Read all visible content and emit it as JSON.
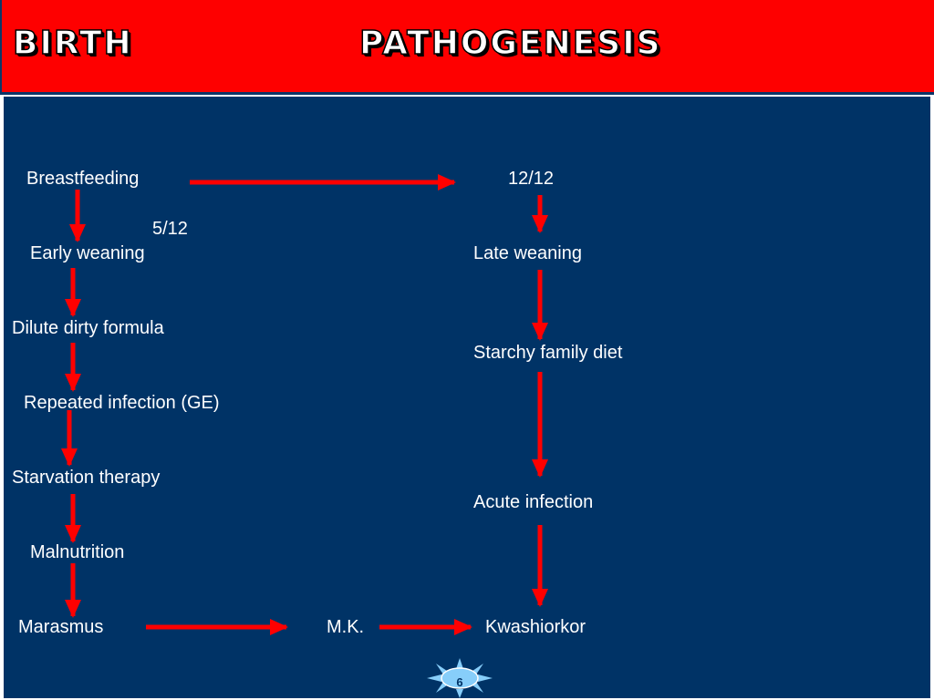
{
  "header": {
    "left_title": "BIRTH",
    "right_title": "PATHOGENESIS"
  },
  "diagram": {
    "nodes": {
      "breastfeeding": "Breastfeeding",
      "age_12": "12/12",
      "age_5": "5/12",
      "early_weaning": "Early weaning",
      "late_weaning": "Late weaning",
      "dilute_formula": "Dilute dirty formula",
      "starchy_diet": "Starchy family diet",
      "repeated_infection": "Repeated infection (GE)",
      "starvation_therapy": "Starvation therapy",
      "acute_infection": "Acute infection",
      "malnutrition": "Malnutrition",
      "marasmus": "Marasmus",
      "mk": "M.K.",
      "kwashiorkor": "Kwashiorkor"
    },
    "edges": [
      {
        "from": "breastfeeding",
        "to": "age_12"
      },
      {
        "from": "breastfeeding",
        "to": "early_weaning"
      },
      {
        "from": "age_12",
        "to": "late_weaning"
      },
      {
        "from": "early_weaning",
        "to": "dilute_formula"
      },
      {
        "from": "late_weaning",
        "to": "starchy_diet"
      },
      {
        "from": "dilute_formula",
        "to": "repeated_infection"
      },
      {
        "from": "starchy_diet",
        "to": "acute_infection"
      },
      {
        "from": "repeated_infection",
        "to": "starvation_therapy"
      },
      {
        "from": "starvation_therapy",
        "to": "malnutrition"
      },
      {
        "from": "acute_infection",
        "to": "kwashiorkor"
      },
      {
        "from": "malnutrition",
        "to": "marasmus"
      },
      {
        "from": "marasmus",
        "to": "mk"
      },
      {
        "from": "mk",
        "to": "kwashiorkor"
      }
    ],
    "arrow_color": "#ff0000"
  },
  "colors": {
    "header_red": "#fe0000",
    "panel_navy": "#003366",
    "text": "#ffffff"
  },
  "footer": {
    "page_number": "6"
  }
}
